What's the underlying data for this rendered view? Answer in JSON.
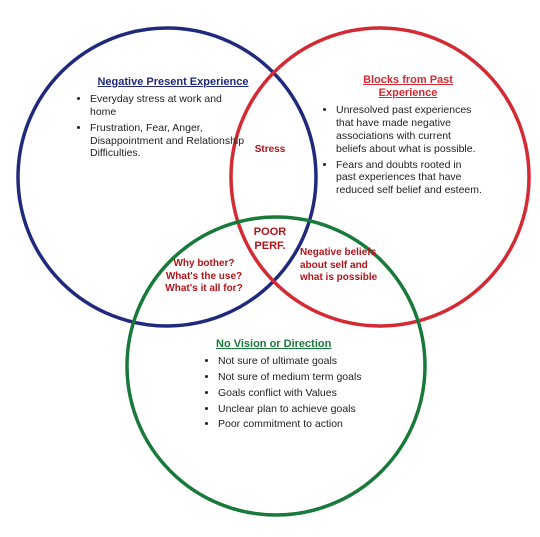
{
  "colors": {
    "blue": "#1f2a7c",
    "red": "#d42a33",
    "green": "#187a3a",
    "overlap_text": "#b3141a",
    "body_text": "#222222"
  },
  "sets": {
    "present": {
      "title": "Negative Present Experience",
      "bullets": [
        "Everyday stress at work and home",
        "Frustration, Fear, Anger, Disappointment and Relationship Difficulties."
      ]
    },
    "past": {
      "title": "Blocks from Past Experience",
      "bullets": [
        "Unresolved past experiences that have made negative associations with current beliefs about what is possible.",
        "Fears and doubts rooted in past experiences that have reduced self belief and esteem."
      ]
    },
    "vision": {
      "title": "No Vision or Direction",
      "bullets": [
        "Not sure of ultimate goals",
        "Not sure of medium term goals",
        "Goals conflict with Values",
        "Unclear plan to achieve goals",
        "Poor commitment to action"
      ]
    }
  },
  "overlaps": {
    "present_past": "Stress",
    "present_vision": "Why bother? What's the use? What's it all for?",
    "past_vision": "Negative beliefs about self and what is possible",
    "center": "POOR PERF."
  }
}
